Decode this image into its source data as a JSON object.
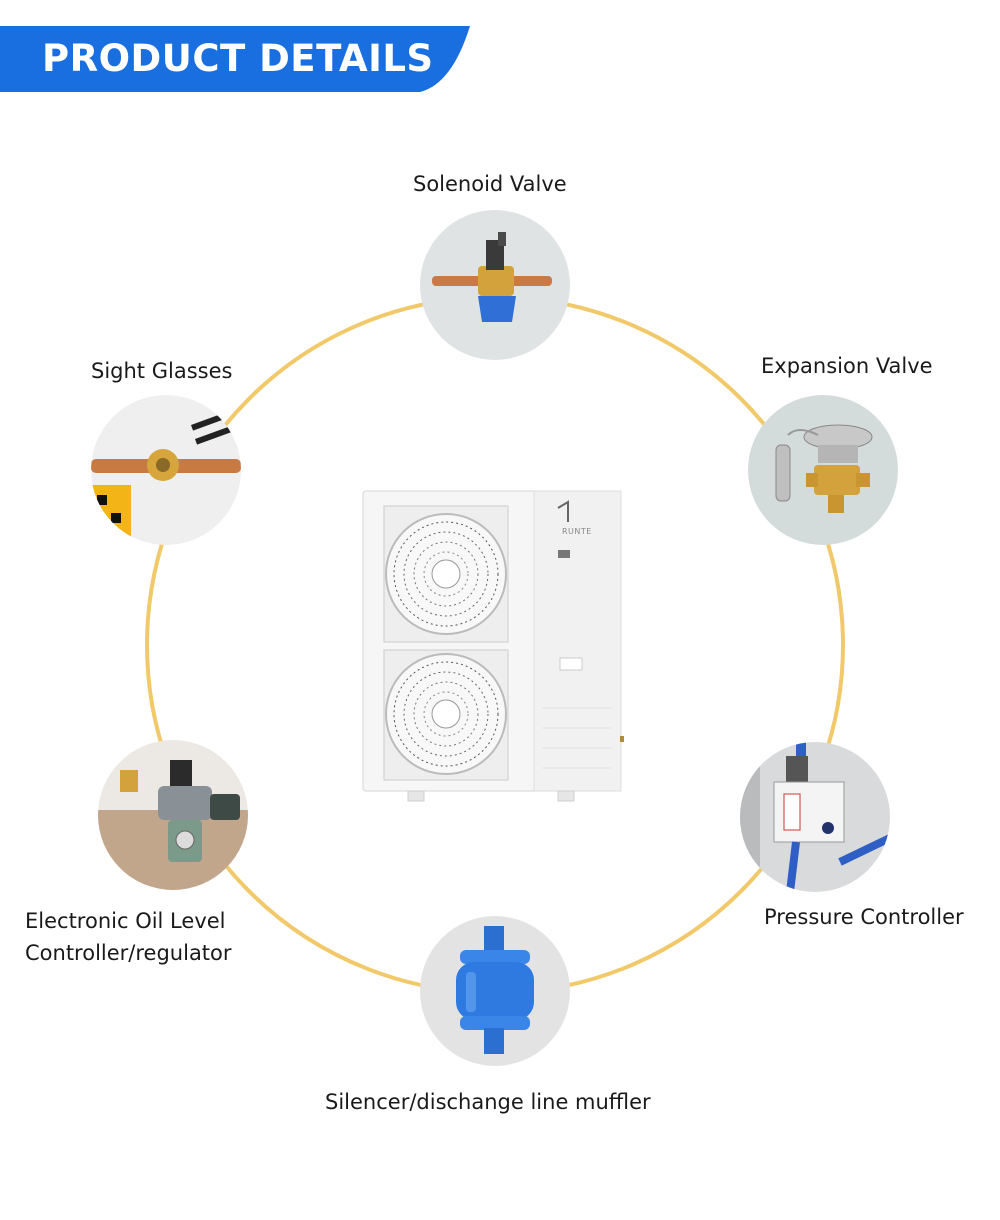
{
  "header": {
    "title": "PRODUCT DETAILS"
  },
  "colors": {
    "banner": "#1a6fe0",
    "ring": "#f2c96a"
  },
  "unit": {
    "brand_text": "RUNTE"
  },
  "components": {
    "solenoid": {
      "label": "Solenoid Valve",
      "icon": "solenoid-valve-photo"
    },
    "sight": {
      "label": "Sight Glasses",
      "icon": "sight-glass-photo"
    },
    "expansion": {
      "label": "Expansion Valve",
      "icon": "expansion-valve-photo"
    },
    "oil": {
      "label_line1": "Electronic Oil Level",
      "label_line2": "Controller/regulator",
      "icon": "oil-level-controller-photo"
    },
    "pressure": {
      "label": "Pressure Controller",
      "icon": "pressure-controller-photo"
    },
    "muffler": {
      "label": "Silencer/dischange line muffler",
      "icon": "discharge-muffler-photo"
    }
  }
}
